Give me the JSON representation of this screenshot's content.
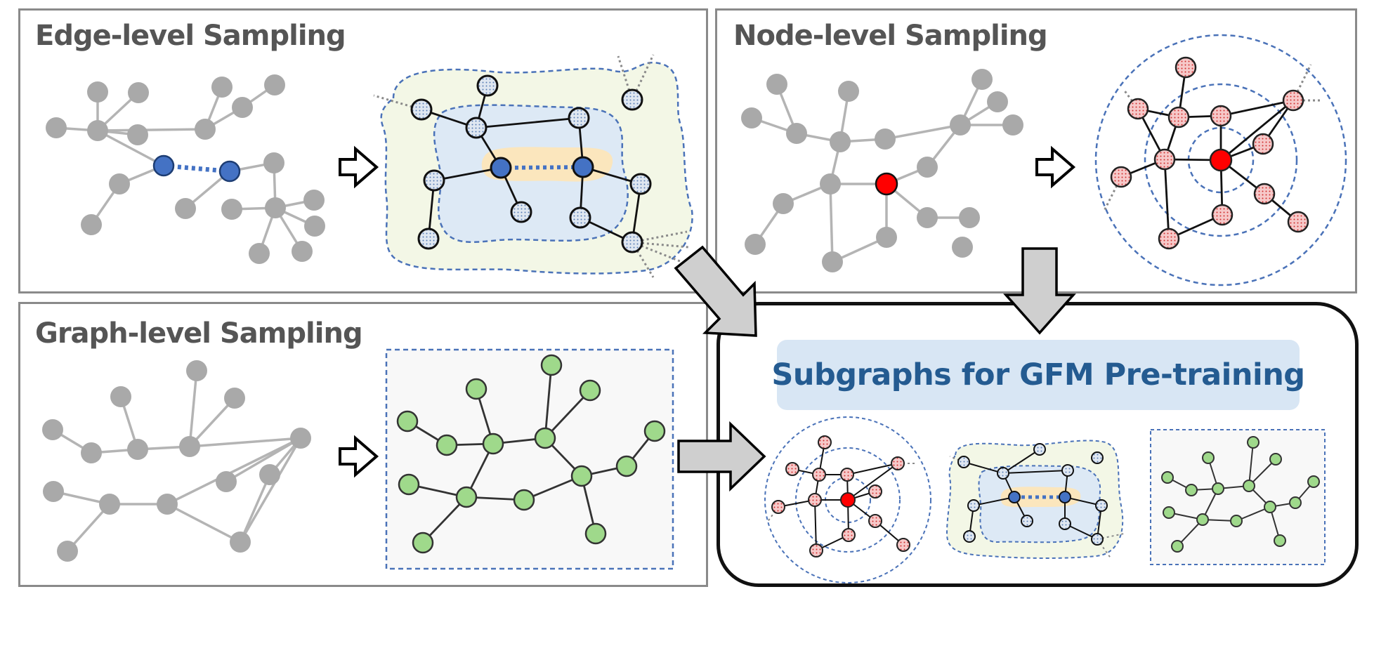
{
  "panels": {
    "edge": {
      "title": "Edge-level Sampling"
    },
    "node": {
      "title": "Node-level Sampling"
    },
    "graph": {
      "title": "Graph-level Sampling"
    }
  },
  "result": {
    "banner": "Subgraphs for GFM Pre-training"
  },
  "colors": {
    "panel_border": "#8a8a8a",
    "gray_node": "#a9a9a9",
    "gray_edge": "#b4b4b4",
    "edge_anchor_node": "#4472c4",
    "node_anchor": "#ff0000",
    "node_sampled": "#f6c9c9",
    "edge_sampled": "#dfe7f1",
    "graph_sampled": "#9fd98b",
    "dashed_boundary": "#4a72b8",
    "region_inner": "#fbe6bd",
    "region_mid": "#dde9f5",
    "region_outer": "#f3f7e6",
    "arrow_fill": "#cfcfcf",
    "banner_bg": "#d8e6f4",
    "banner_text": "#245b91"
  }
}
